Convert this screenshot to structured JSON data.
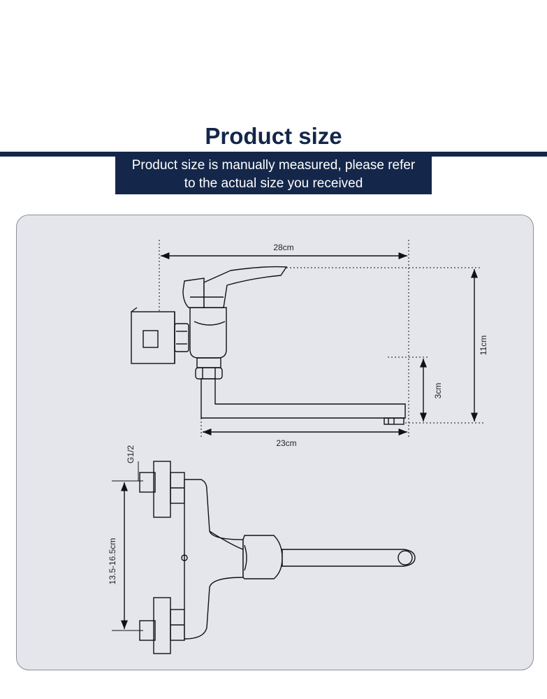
{
  "header": {
    "title": "Product size",
    "note_line1": "Product size is manually measured, please refer",
    "note_line2": "to the actual size you received"
  },
  "colors": {
    "navy": "#14274a",
    "panel": "#e4e6ec",
    "line": "#111111"
  },
  "side_view": {
    "total_length": "28cm",
    "height": "11cm",
    "spout_height": "3cm",
    "spout_length": "23cm"
  },
  "top_view": {
    "thread": "G1/2",
    "center_distance": "13.5-16.5cm"
  }
}
